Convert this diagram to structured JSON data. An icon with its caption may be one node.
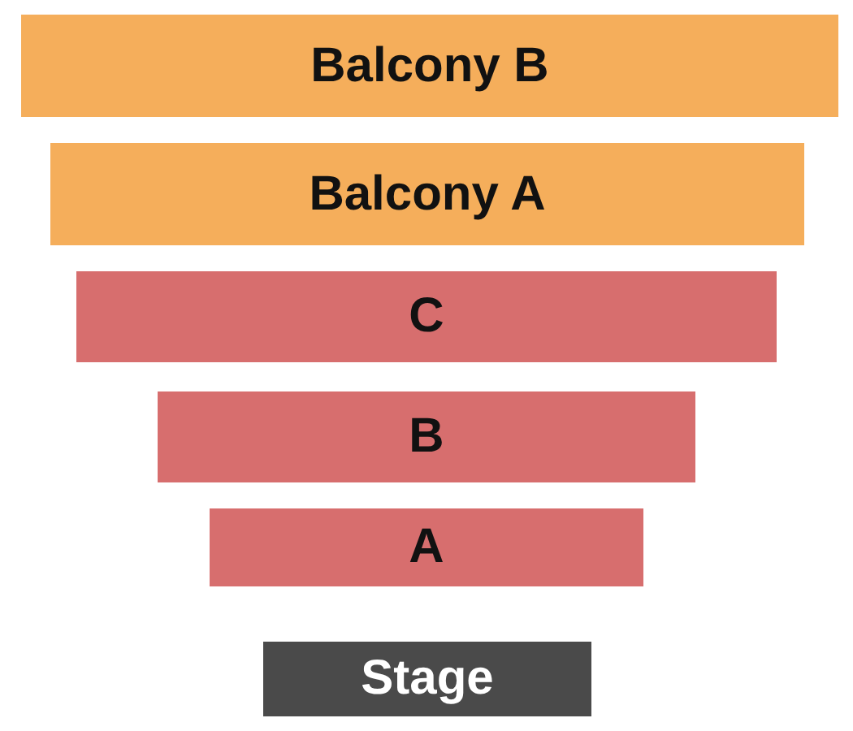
{
  "diagram": {
    "nodes": [
      {
        "text": [
          "Balcony B"
        ]
      },
      {
        "text": [
          "Balcony A"
        ]
      },
      {
        "text": [
          "C"
        ]
      },
      {
        "text": [
          "B"
        ]
      },
      {
        "text": [
          "A"
        ]
      },
      {
        "text": [
          "Stage"
        ]
      }
    ]
  }
}
